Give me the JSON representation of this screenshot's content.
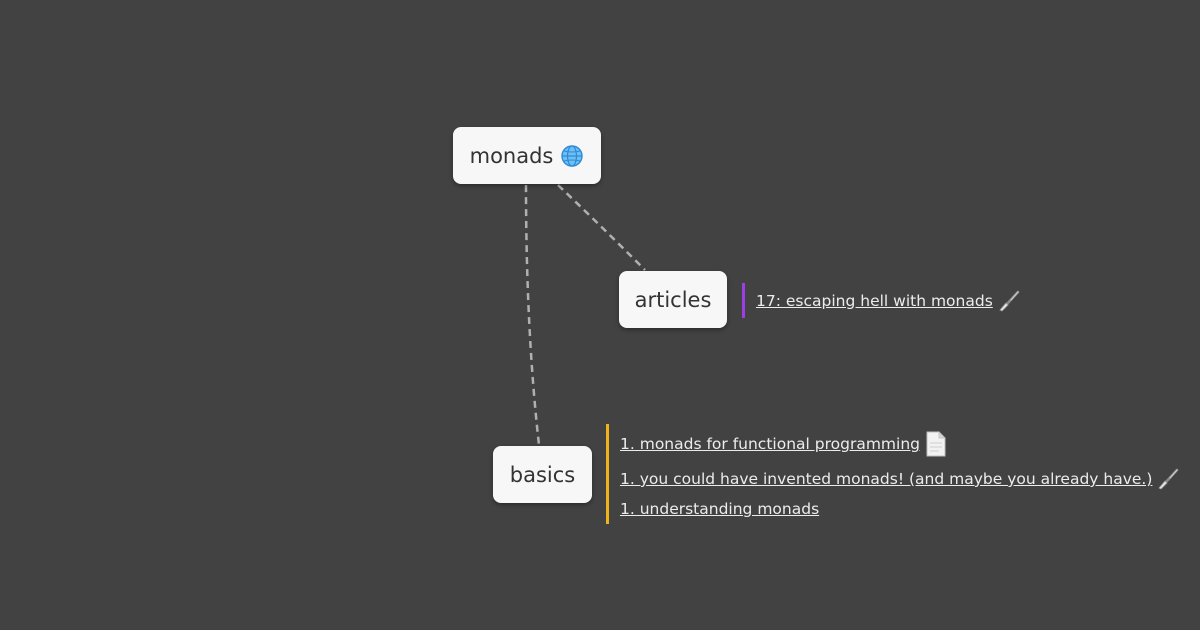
{
  "map": {
    "root": {
      "label": "monads",
      "icon": "globe-icon"
    },
    "articles": {
      "label": "articles",
      "accent": "#9b3ee6",
      "links": [
        {
          "text": "17: escaping hell with monads",
          "icon": "brush-icon"
        }
      ]
    },
    "basics": {
      "label": "basics",
      "accent": "#f0b31a",
      "links": [
        {
          "text": "1. monads for functional programming",
          "icon": "document-icon"
        },
        {
          "text": "1. you could have invented monads! (and maybe you already have.)",
          "icon": "brush-icon"
        },
        {
          "text": "1. understanding monads",
          "icon": ""
        }
      ]
    }
  }
}
